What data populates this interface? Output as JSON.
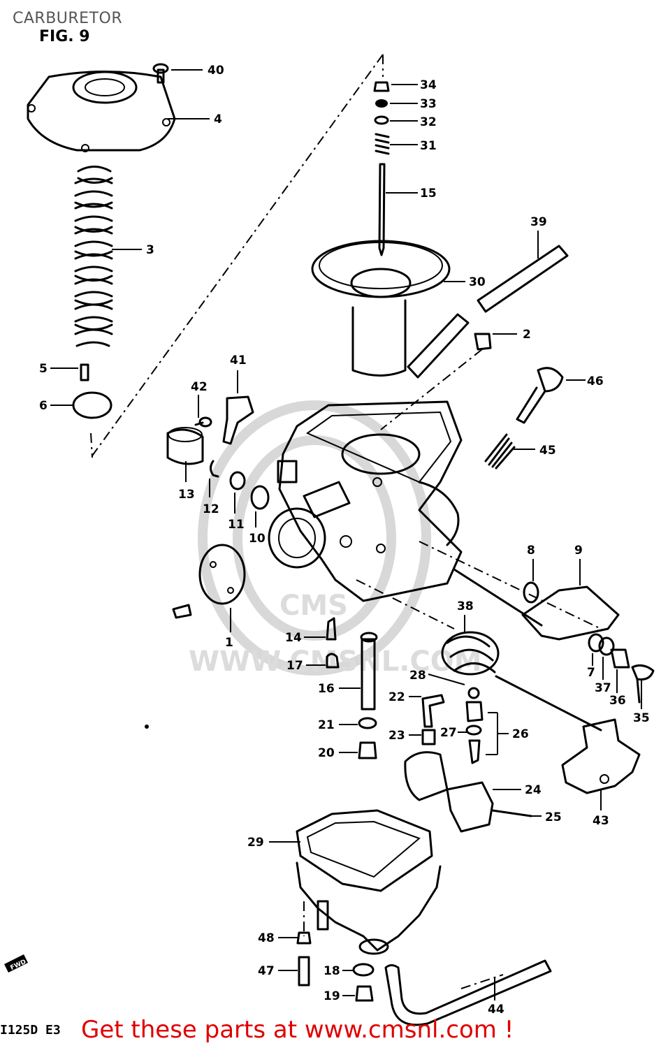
{
  "header": {
    "title": "CARBURETOR",
    "figure": "FIG. 9"
  },
  "footer": {
    "model_code": "I125D E3",
    "promo": "Get these parts at www.cmsnl.com !"
  },
  "watermark": {
    "text": "WWW.CMSNL.COM",
    "logo": "CMS"
  },
  "forward_marker": "FWD",
  "part_callouts": [
    "1",
    "2",
    "3",
    "4",
    "5",
    "6",
    "7",
    "8",
    "9",
    "10",
    "11",
    "12",
    "13",
    "14",
    "15",
    "16",
    "17",
    "18",
    "19",
    "20",
    "21",
    "22",
    "23",
    "24",
    "25",
    "26",
    "27",
    "28",
    "29",
    "30",
    "31",
    "32",
    "33",
    "34",
    "35",
    "36",
    "37",
    "38",
    "39",
    "40",
    "41",
    "42",
    "43",
    "44",
    "45",
    "46",
    "47",
    "48"
  ]
}
